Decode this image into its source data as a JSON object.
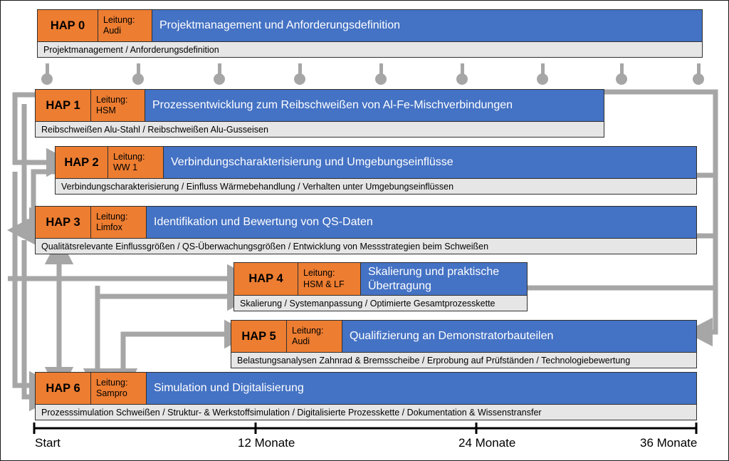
{
  "diagram": {
    "title": "Projektstrukturplan Arbeitspakete",
    "colors": {
      "orange": "#ED7D31",
      "blue": "#4472C4",
      "grey_sub": "#E7E6E6",
      "connector": "#A6A6A6",
      "border": "#303030",
      "axis": "#000000"
    }
  },
  "work_packages": [
    {
      "id": "hap0",
      "hap": "HAP 0",
      "lead_label": "Leitung:",
      "lead_name": "Audi",
      "title_lines": [
        "Projektmanagement und Anforderungsdefinition"
      ],
      "subtasks": "Projektmanagement / Anforderungsdefinition"
    },
    {
      "id": "hap1",
      "hap": "HAP 1",
      "lead_label": "Leitung:",
      "lead_name": "HSM",
      "title_lines": [
        "Prozessentwicklung zum Reibschweißen von Al-Fe-Mischverbindungen"
      ],
      "subtasks": "Reibschweißen  Alu-Stahl / Reibschweißen  Alu-Gusseisen"
    },
    {
      "id": "hap2",
      "hap": "HAP 2",
      "lead_label": "Leitung:",
      "lead_name": "WW 1",
      "title_lines": [
        "Verbindungscharakterisierung und Umgebungseinflüsse"
      ],
      "subtasks": "Verbindungscharakterisierung / Einfluss Wärmebehandlung / Verhalten unter Umgebungseinflüssen"
    },
    {
      "id": "hap3",
      "hap": "HAP 3",
      "lead_label": "Leitung:",
      "lead_name": "Limfox",
      "title_lines": [
        "Identifikation und Bewertung von QS-Daten"
      ],
      "subtasks": "Qualitätsrelevante Einflussgrößen / QS-Überwachungsgrößen / Entwicklung von Messstrategien beim Schweißen"
    },
    {
      "id": "hap4",
      "hap": "HAP 4",
      "lead_label": "Leitung:",
      "lead_name": "HSM & LF",
      "title_lines": [
        "Skalierung und praktische",
        "Übertragung"
      ],
      "subtasks": "Skalierung / Systemanpassung / Optimierte Gesamtprozesskette"
    },
    {
      "id": "hap5",
      "hap": "HAP 5",
      "lead_label": "Leitung:",
      "lead_name": "Audi",
      "title_lines": [
        "Qualifizierung an Demonstratorbauteilen"
      ],
      "subtasks": "Belastungsanalysen Zahnrad & Bremsscheibe / Erprobung auf Prüfständen / Technologiebewertung"
    },
    {
      "id": "hap6",
      "hap": "HAP 6",
      "lead_label": "Leitung:",
      "lead_name": "Sampro",
      "title_lines": [
        "Simulation und Digitalisierung"
      ],
      "subtasks": "Prozesssimulation Schweißen / Struktur- & Werkstoffsimulation / Digitalisierte Prozesskette / Dokumentation & Wissenstransfer"
    }
  ],
  "milestones": {
    "count": 9,
    "icon": "milestone-pin-icon"
  },
  "timeline": {
    "ticks": [
      {
        "label": "Start"
      },
      {
        "label": "12 Monate"
      },
      {
        "label": "24 Monate"
      },
      {
        "label": "36 Monate"
      }
    ]
  }
}
